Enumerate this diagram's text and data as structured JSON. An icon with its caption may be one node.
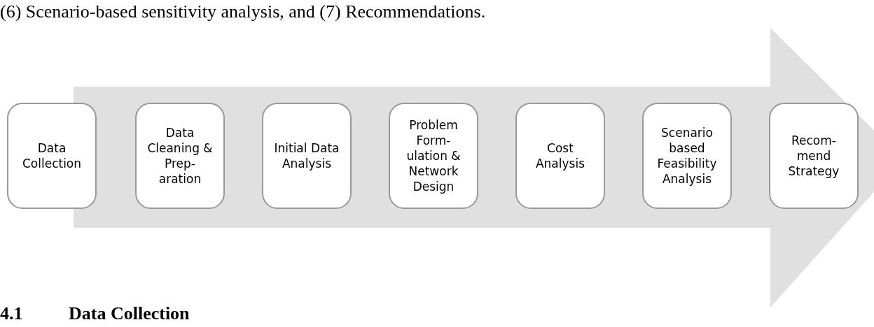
{
  "diagram": {
    "nodes": [
      {
        "text": [
          "Data Collection"
        ]
      },
      {
        "text": [
          "Data Cleaning & Prep- aration"
        ]
      },
      {
        "text": [
          "Initial Data Analysis"
        ]
      },
      {
        "text": [
          "Problem Form- ulation & Network Design"
        ]
      },
      {
        "text": [
          "Cost Analysis"
        ]
      },
      {
        "text": [
          "Scenario based Feasibility Analysis"
        ]
      },
      {
        "text": [
          "Recom- mend Strategy"
        ]
      }
    ],
    "labels": [
      "(6) Scenario-based sensitivity analysis, and (7) Recommendations.",
      "4.1",
      "Data Collection"
    ]
  }
}
